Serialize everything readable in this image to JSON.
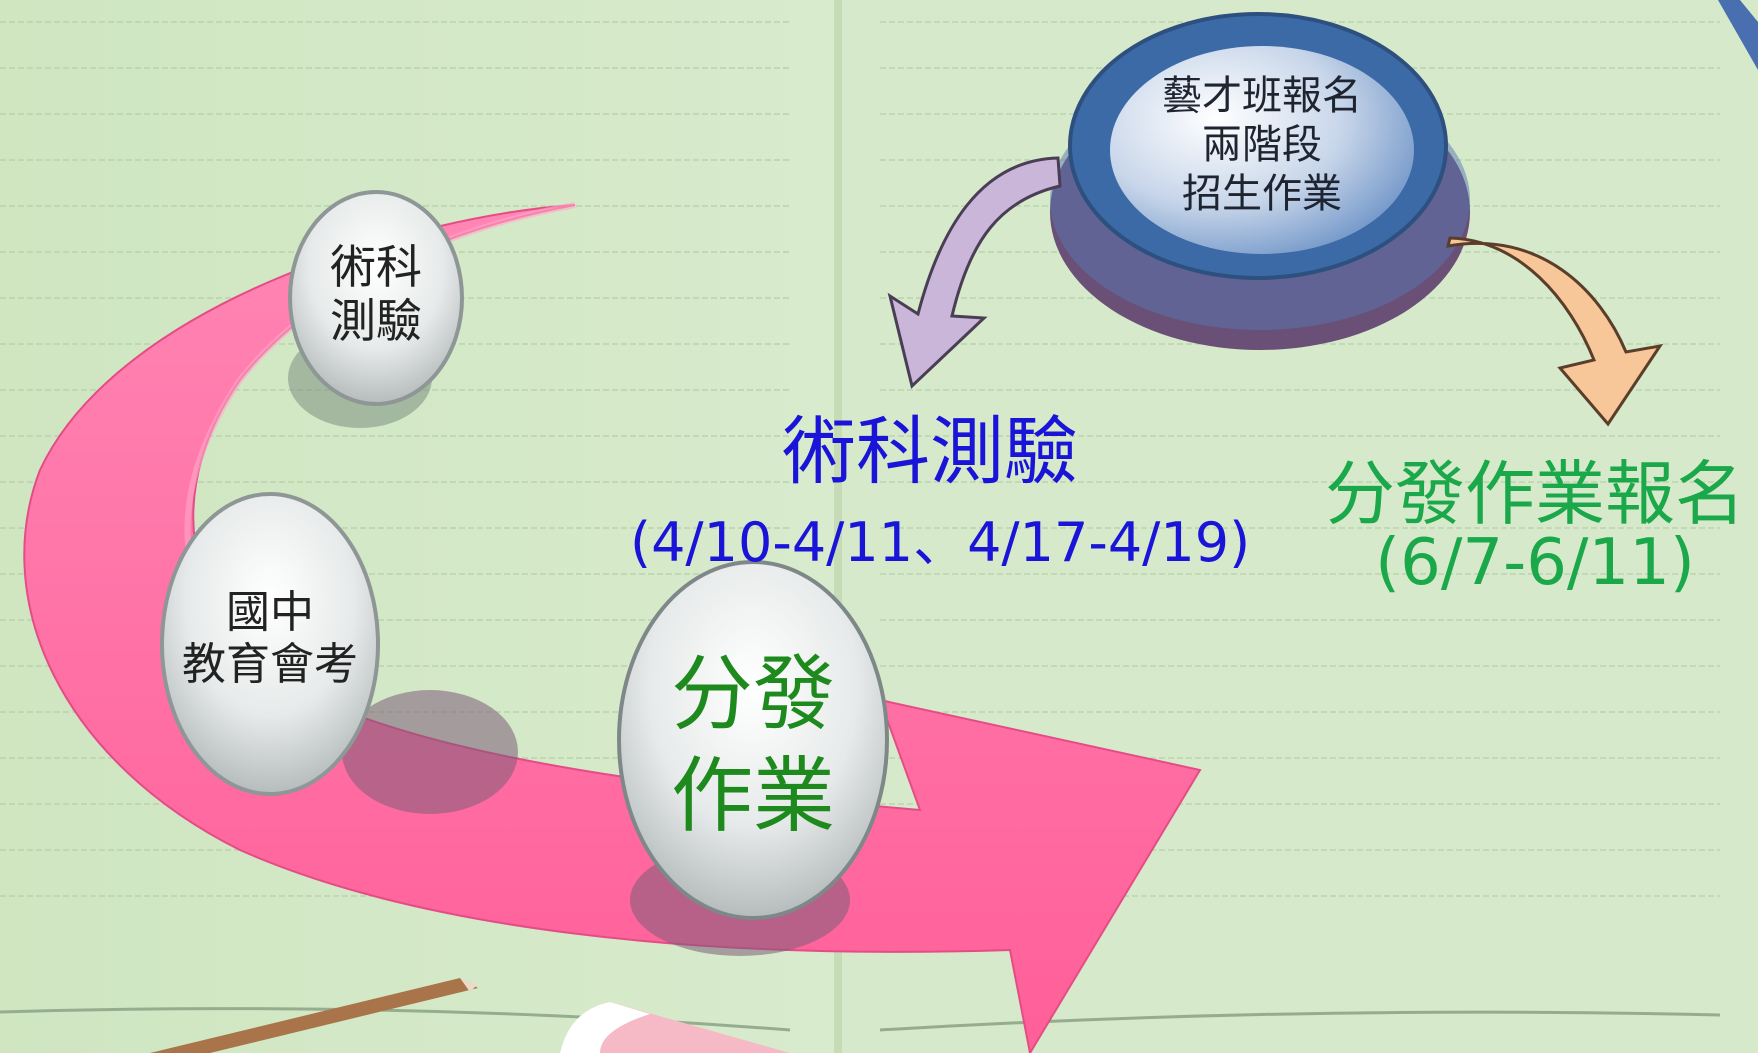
{
  "nodes": {
    "talent_test": {
      "line1": "術科",
      "line2": "測驗"
    },
    "cap_exam": {
      "line1": "國中",
      "line2": "教育會考"
    },
    "distribution": {
      "line1": "分發",
      "line2": "作業"
    },
    "two_stage": {
      "line1": "藝才班報名",
      "line2": "兩階段",
      "line3": "招生作業"
    }
  },
  "labels": {
    "talent_test_title": "術科測驗",
    "talent_test_dates": "(4/10-4/11、4/17-4/19)",
    "distribution_title": "分發作業報名",
    "distribution_dates": "(6/7-6/11)"
  },
  "colors": {
    "background": "#d3e8c6",
    "big_arrow": "#ff6fa3",
    "talent_label": "#1a14d9",
    "distribution_label": "#1aa84a",
    "distribution_oval_text": "#1e8a1e",
    "button_blue": "#3f78b8",
    "button_base": "#6e5078",
    "left_arrow": "#c9b6d9",
    "right_arrow": "#f7c79a"
  }
}
